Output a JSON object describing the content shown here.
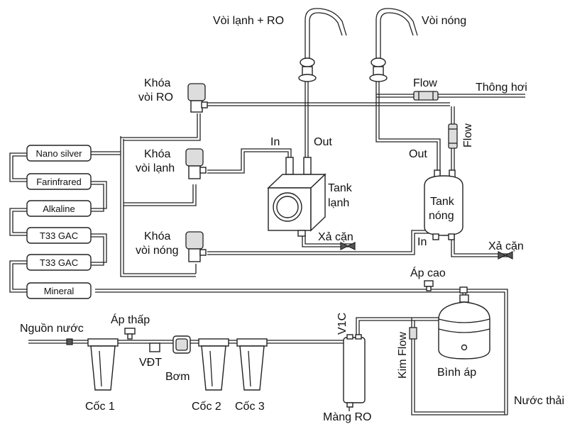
{
  "labels": {
    "voi_lanh_ro": "Vòi lạnh + RO",
    "voi_nong": "Vòi nóng",
    "khoa_voi_ro_1": "Khóa",
    "khoa_voi_ro_2": "vòi RO",
    "khoa_voi_lanh_1": "Khóa",
    "khoa_voi_lanh_2": "vòi lạnh",
    "khoa_voi_nong_1": "Khóa",
    "khoa_voi_nong_2": "vòi nóng",
    "flow_h": "Flow",
    "flow_v": "Flow",
    "thong_hoi": "Thông hơi",
    "in_cold": "In",
    "out_cold": "Out",
    "tank_lanh_1": "Tank",
    "tank_lanh_2": "lạnh",
    "out_hot": "Out",
    "tank_nong_1": "Tank",
    "tank_nong_2": "nóng",
    "in_hot": "In",
    "xa_can_1": "Xả cặn",
    "xa_can_2": "Xả cặn",
    "ap_cao": "Áp cao",
    "v1c": "V1C",
    "kim_flow": "Kim Flow",
    "binh_ap": "Bình áp",
    "nuoc_thai": "Nước thải",
    "mang_ro": "Màng RO",
    "nguon_nuoc": "Nguồn nước",
    "ap_thap": "Áp thấp",
    "vdt": "VĐT",
    "bom": "Bơm",
    "coc_1": "Cốc 1",
    "coc_2": "Cốc 2",
    "coc_3": "Cốc 3"
  },
  "filters": [
    "Nano silver",
    "Farinfrared",
    "Alkaline",
    "T33 GAC",
    "T33 GAC",
    "Mineral"
  ]
}
